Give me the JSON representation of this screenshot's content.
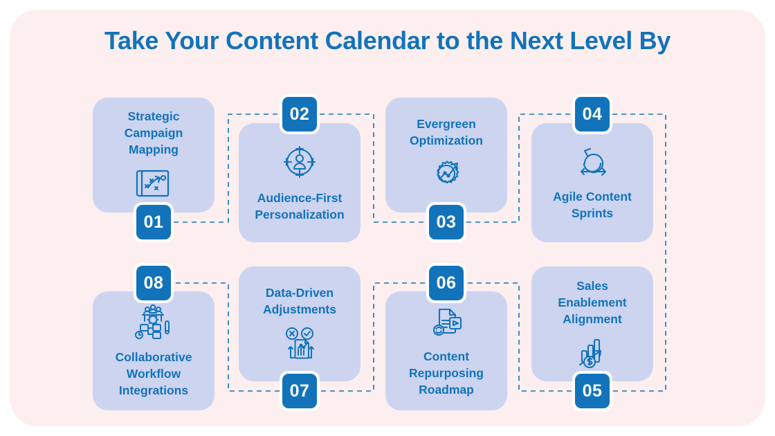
{
  "header": {
    "title": "Take Your Content Calendar to the Next Level By"
  },
  "colors": {
    "page_background": "#ffffff",
    "panel_background": "#fdeff0",
    "card_background": "#ccd4f0",
    "accent_blue": "#1273ba",
    "badge_text": "#ffffff",
    "connector_line": "#1273ba"
  },
  "cards": [
    {
      "number": "01",
      "label": "Strategic\nCampaign\nMapping",
      "icon": "strategy-blueprint-icon",
      "layout": "text-top",
      "badge_position": "bottom-left"
    },
    {
      "number": "02",
      "label": "Audience-First\nPersonalization",
      "icon": "audience-target-icon",
      "layout": "text-bottom",
      "badge_position": "top-left"
    },
    {
      "number": "03",
      "label": "Evergreen\nOptimization",
      "icon": "gear-growth-arrow-icon",
      "layout": "text-top",
      "badge_position": "bottom-left"
    },
    {
      "number": "04",
      "label": "Agile Content\nSprints",
      "icon": "agile-cycle-icon",
      "layout": "text-bottom",
      "badge_position": "top-left"
    },
    {
      "number": "05",
      "label": "Sales\nEnablement\nAlignment",
      "icon": "sales-growth-dollar-icon",
      "layout": "text-top",
      "badge_position": "bottom-left"
    },
    {
      "number": "06",
      "label": "Content\nRepurposing\nRoadmap",
      "icon": "document-video-repurpose-icon",
      "layout": "text-bottom",
      "badge_position": "top-left"
    },
    {
      "number": "07",
      "label": "Data-Driven\nAdjustments",
      "icon": "data-adjustment-report-icon",
      "layout": "text-top",
      "badge_position": "bottom-left"
    },
    {
      "number": "08",
      "label": "Collaborative\nWorkflow\nIntegrations",
      "icon": "collaborative-workflow-icon",
      "layout": "text-bottom",
      "badge_position": "top-left"
    }
  ]
}
